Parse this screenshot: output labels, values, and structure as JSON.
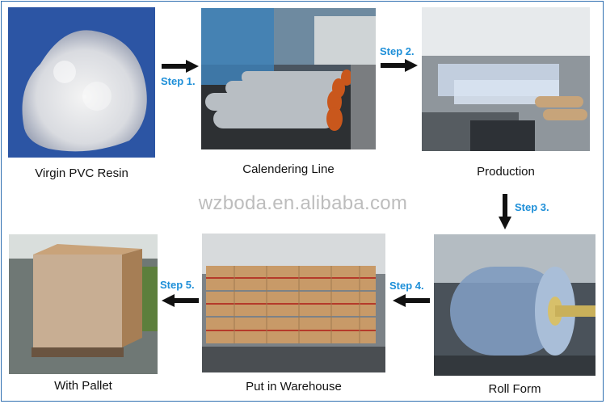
{
  "colors": {
    "step_text": "#1e8fd8",
    "arrow": "#111111",
    "frame": "#2f6fb0",
    "watermark": "#bdbdbd"
  },
  "watermark": "wzboda.en.alibaba.com",
  "stages": [
    {
      "caption": "Virgin PVC Resin"
    },
    {
      "caption": "Calendering Line"
    },
    {
      "caption": "Production"
    },
    {
      "caption": "Roll Form"
    },
    {
      "caption": "Put in Warehouse"
    },
    {
      "caption": "With Pallet"
    }
  ],
  "steps": [
    {
      "label": "Step 1.",
      "direction": "right"
    },
    {
      "label": "Step 2.",
      "direction": "right"
    },
    {
      "label": "Step 3.",
      "direction": "down"
    },
    {
      "label": "Step 4.",
      "direction": "left"
    },
    {
      "label": "Step 5.",
      "direction": "left"
    }
  ]
}
